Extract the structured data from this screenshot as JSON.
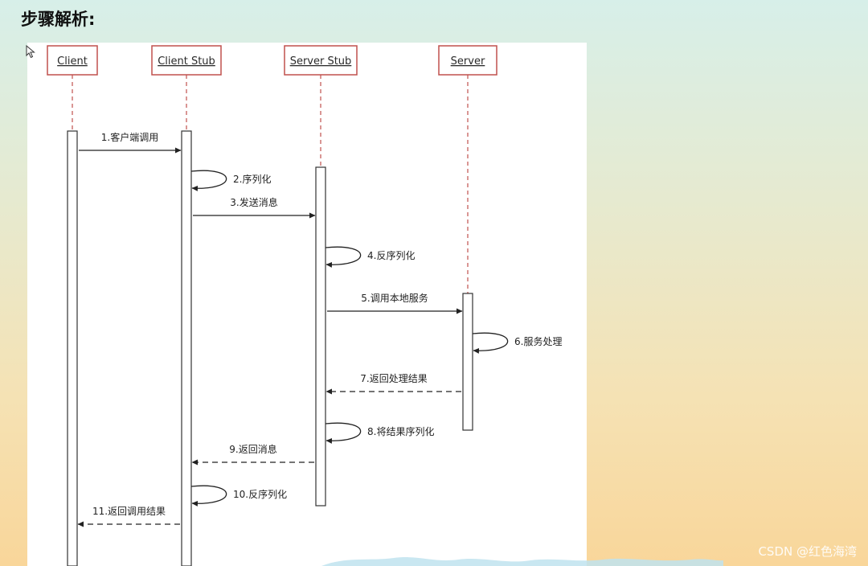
{
  "heading": "步骤解析:",
  "watermark": "CSDN @红色海湾",
  "colors": {
    "box_border": "#c0504d",
    "lifeline": "#c0504d",
    "activation_border": "#333333",
    "arrow": "#222222"
  },
  "participants": [
    {
      "id": "client",
      "label": "Client"
    },
    {
      "id": "client_stub",
      "label": "Client Stub"
    },
    {
      "id": "server_stub",
      "label": "Server Stub"
    },
    {
      "id": "server",
      "label": "Server"
    }
  ],
  "messages": [
    {
      "step": 1,
      "label": "1.客户端调用",
      "from": "client",
      "to": "client_stub",
      "style": "solid"
    },
    {
      "step": 2,
      "label": "2.序列化",
      "from": "client_stub",
      "to": "client_stub",
      "style": "self"
    },
    {
      "step": 3,
      "label": "3.发送消息",
      "from": "client_stub",
      "to": "server_stub",
      "style": "solid"
    },
    {
      "step": 4,
      "label": "4.反序列化",
      "from": "server_stub",
      "to": "server_stub",
      "style": "self"
    },
    {
      "step": 5,
      "label": "5.调用本地服务",
      "from": "server_stub",
      "to": "server",
      "style": "solid"
    },
    {
      "step": 6,
      "label": "6.服务处理",
      "from": "server",
      "to": "server",
      "style": "self"
    },
    {
      "step": 7,
      "label": "7.返回处理结果",
      "from": "server",
      "to": "server_stub",
      "style": "dashed"
    },
    {
      "step": 8,
      "label": "8.将结果序列化",
      "from": "server_stub",
      "to": "server_stub",
      "style": "self"
    },
    {
      "step": 9,
      "label": "9.返回消息",
      "from": "server_stub",
      "to": "client_stub",
      "style": "dashed"
    },
    {
      "step": 10,
      "label": "10.反序列化",
      "from": "client_stub",
      "to": "client_stub",
      "style": "self"
    },
    {
      "step": 11,
      "label": "11.返回调用结果",
      "from": "client_stub",
      "to": "client",
      "style": "dashed"
    }
  ]
}
